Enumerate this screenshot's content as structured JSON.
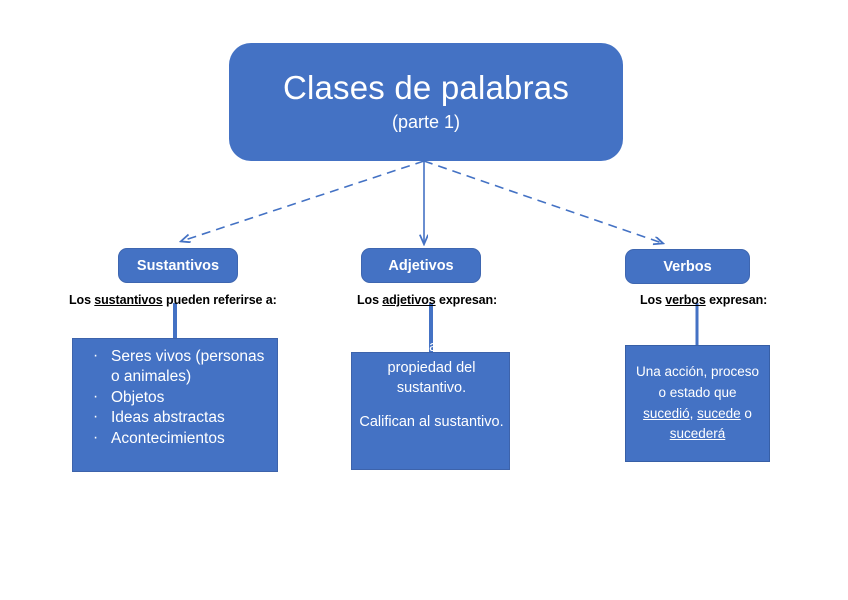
{
  "diagram": {
    "title": "Clases de palabras",
    "subtitle": "(parte 1)",
    "accent_color": "#4472C4",
    "connector_color": "#4472C4",
    "background_color": "#FFFFFF",
    "text_on_accent": "#FFFFFF"
  },
  "branches": [
    {
      "id": "sustantivos",
      "pill_label": "Sustantivos",
      "caption_before": "Los ",
      "caption_underlined": "sustantivos",
      "caption_after": " pueden referirse a:",
      "content_type": "bullets",
      "bullets": [
        "Seres vivos (personas o animales)",
        "Objetos",
        "Ideas abstractas",
        "Acontecimientos"
      ]
    },
    {
      "id": "adjetivos",
      "pill_label": "Adjetivos",
      "caption_before": "Los ",
      "caption_underlined": "adjetivos",
      "caption_after": " expresan:",
      "content_type": "paragraphs",
      "paragraphs": [
        "Una cualidad o propiedad del sustantivo.",
        "Califican al sustantivo."
      ]
    },
    {
      "id": "verbos",
      "pill_label": "Verbos",
      "caption_before": "Los ",
      "caption_underlined": "verbos",
      "caption_after": " expresan:",
      "content_type": "rich_paragraph",
      "text_segments": [
        {
          "text": "Una acción, proceso o estado que ",
          "underline": false
        },
        {
          "text": "sucedió",
          "underline": true
        },
        {
          "text": ", ",
          "underline": false
        },
        {
          "text": "sucede",
          "underline": true
        },
        {
          "text": " o ",
          "underline": false
        },
        {
          "text": "sucederá",
          "underline": true
        }
      ]
    }
  ]
}
